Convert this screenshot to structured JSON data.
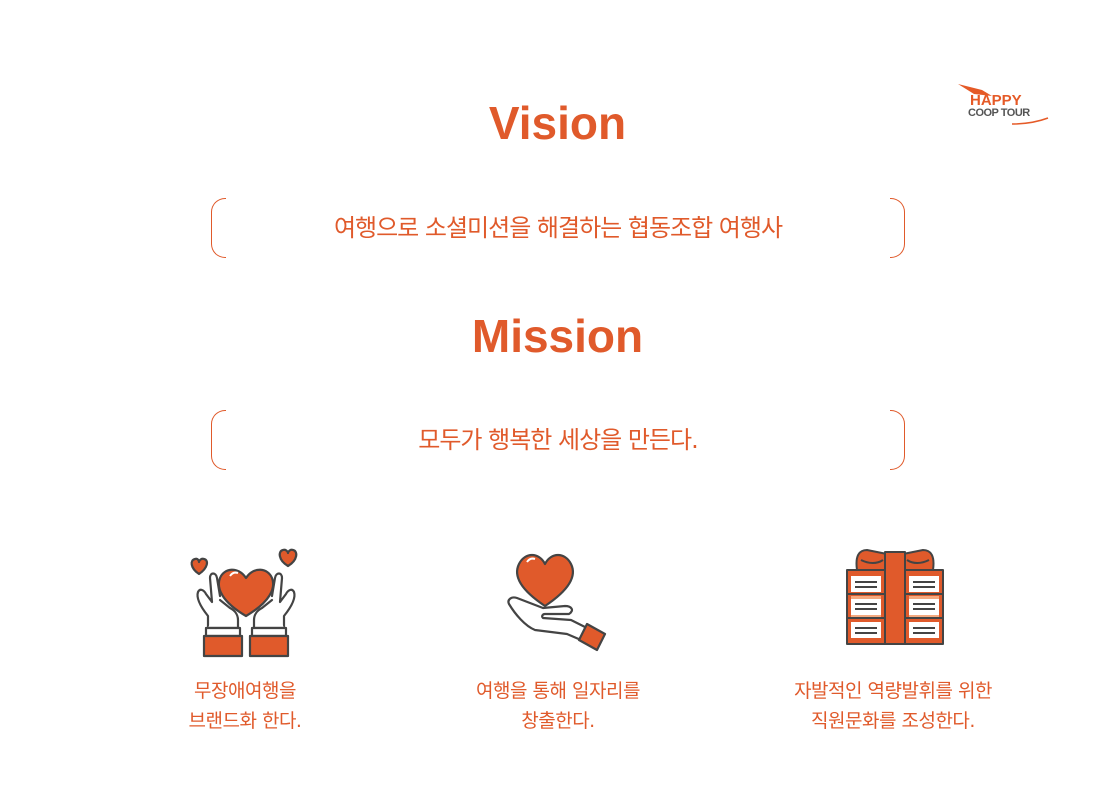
{
  "logo": {
    "line1": "HAPPY",
    "line2": "COOP TOUR"
  },
  "vision": {
    "title": "Vision",
    "statement": "여행으로 소셜미션을 해결하는 협동조합 여행사"
  },
  "mission": {
    "title": "Mission",
    "statement": "모두가 행복한 세상을 만든다."
  },
  "pillars": [
    {
      "icon": "hands-holding-heart-icon",
      "line1": "무장애여행을",
      "line2": "브랜드화 한다."
    },
    {
      "icon": "hand-with-heart-icon",
      "line1": "여행을 통해 일자리를",
      "line2": "창출한다."
    },
    {
      "icon": "gift-box-icon",
      "line1": "자발적인 역량발휘를 위한",
      "line2": "직원문화를 조성한다."
    }
  ],
  "colors": {
    "accent": "#e05a2b",
    "outline": "#444444",
    "light_accent": "#f4a97f"
  }
}
